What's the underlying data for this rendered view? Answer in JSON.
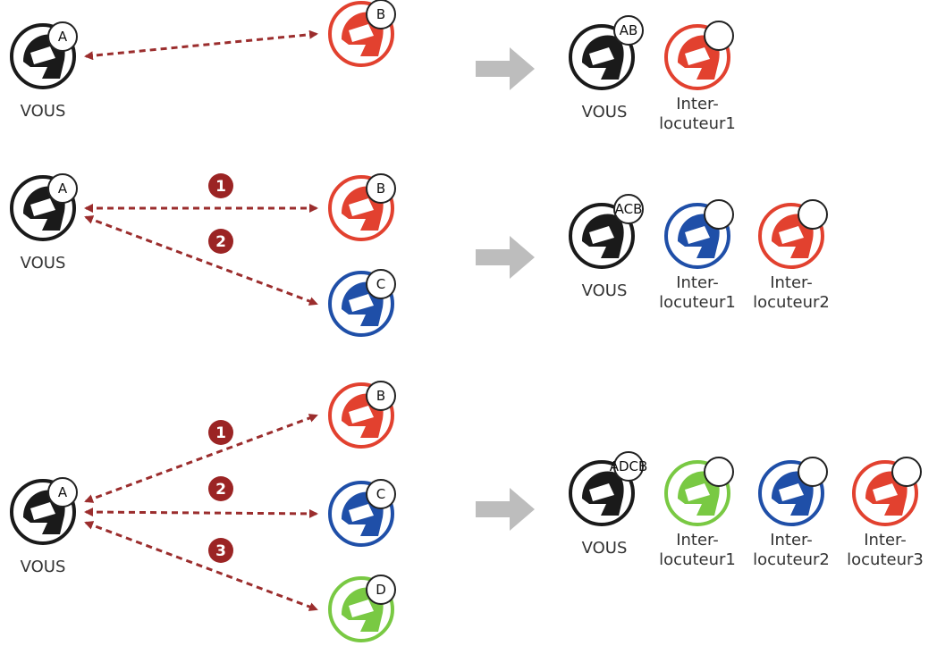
{
  "colors": {
    "black": "#1a1a1a",
    "red": "#e2412f",
    "blue": "#1f4fa8",
    "green": "#79c943",
    "arrow": "#9b2d2d",
    "step": "#9b2424",
    "gray_arrow": "#bdbdbd"
  },
  "labels": {
    "you": "VOUS",
    "peer1": [
      "Inter-",
      "locuteur1"
    ],
    "peer2": [
      "Inter-",
      "locuteur2"
    ],
    "peer3": [
      "Inter-",
      "locuteur3"
    ]
  },
  "rows": [
    {
      "left": {
        "you_badge": "A",
        "peers": [
          {
            "badge": "B",
            "color": "red"
          }
        ],
        "steps": []
      },
      "right": {
        "you_badge": "AB",
        "peers": [
          {
            "color": "red",
            "label": "peer1"
          }
        ]
      }
    },
    {
      "left": {
        "you_badge": "A",
        "peers": [
          {
            "badge": "B",
            "color": "red"
          },
          {
            "badge": "C",
            "color": "blue"
          }
        ],
        "steps": [
          "1",
          "2"
        ]
      },
      "right": {
        "you_badge": "ACB",
        "peers": [
          {
            "color": "blue",
            "label": "peer1"
          },
          {
            "color": "red",
            "label": "peer2"
          }
        ]
      }
    },
    {
      "left": {
        "you_badge": "A",
        "peers": [
          {
            "badge": "B",
            "color": "red"
          },
          {
            "badge": "C",
            "color": "blue"
          },
          {
            "badge": "D",
            "color": "green"
          }
        ],
        "steps": [
          "1",
          "2",
          "3"
        ]
      },
      "right": {
        "you_badge": "ADCB",
        "peers": [
          {
            "color": "green",
            "label": "peer1"
          },
          {
            "color": "blue",
            "label": "peer2"
          },
          {
            "color": "red",
            "label": "peer3"
          }
        ]
      }
    }
  ]
}
